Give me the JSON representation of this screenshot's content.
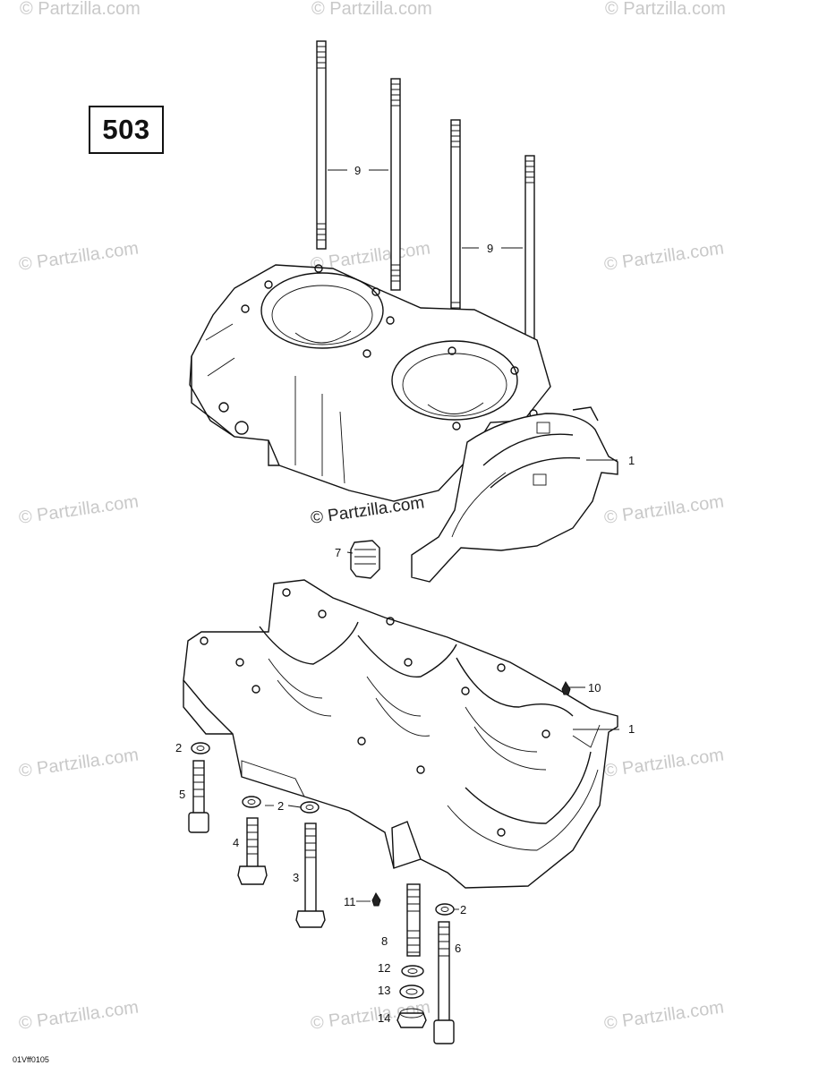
{
  "diagram": {
    "page_number": "503",
    "figure_code": "01Vff0105",
    "watermark": "© Partzilla.com",
    "callouts": {
      "c1_upper": "1",
      "c1_lower": "1",
      "c2_a": "2",
      "c2_b": "2",
      "c2_c": "2",
      "c3": "3",
      "c4": "4",
      "c5": "5",
      "c6": "6",
      "c7": "7",
      "c8": "8",
      "c9_left": "9",
      "c9_right": "9",
      "c10": "10",
      "c11": "11",
      "c12": "12",
      "c13": "13",
      "c14": "14"
    }
  }
}
